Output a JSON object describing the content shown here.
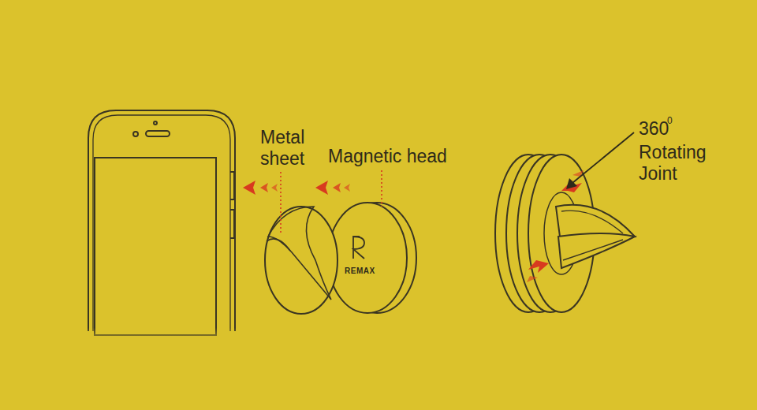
{
  "diagram": {
    "labels": [
      "Metal sheet",
      "Magnetic head",
      "360",
      "0",
      "Rotating Joint",
      "REMAX"
    ]
  }
}
